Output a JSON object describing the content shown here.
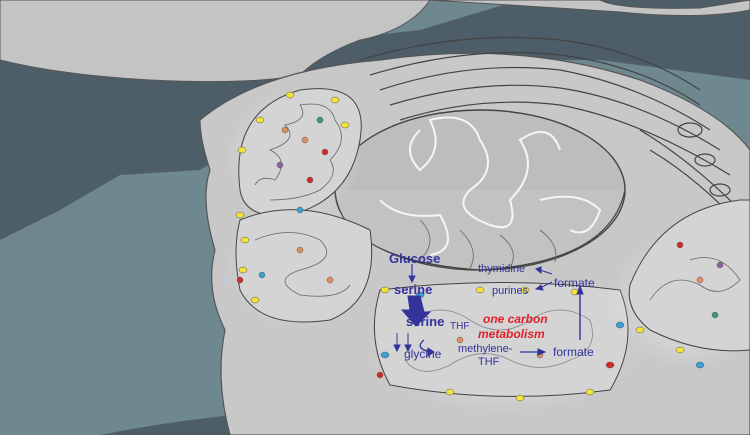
{
  "figure": {
    "description": "Illustration of a cell with nucleus, endoplasmic reticulum and mitochondria highlighting one carbon metabolism",
    "colors": {
      "background_dark": "#4d5e68",
      "background_mid": "#6f8890",
      "cell_fill": "#c8c8c8",
      "outline": "#555555",
      "label_blue": "#33339a",
      "label_red": "#e0202a",
      "dot_yellow": "#f2e23a",
      "dot_orange": "#e09060",
      "dot_red": "#d42a2a",
      "dot_blue": "#3aa0d8",
      "dot_purple": "#9060a0",
      "dot_teal": "#3a9a80"
    }
  },
  "labels": {
    "glucose": "Glucose",
    "serine_cyto": "serine",
    "serine_mito": "serine",
    "thf": "THF",
    "glycine": "glycine",
    "methylene": "methylene-",
    "methylene_thf": "THF",
    "formate_mito": "formate",
    "formate_cyto": "formate",
    "thymidine": "thymidine",
    "purines": "purines",
    "one_carbon_line1": "one carbon",
    "one_carbon_line2": "metabolism"
  }
}
